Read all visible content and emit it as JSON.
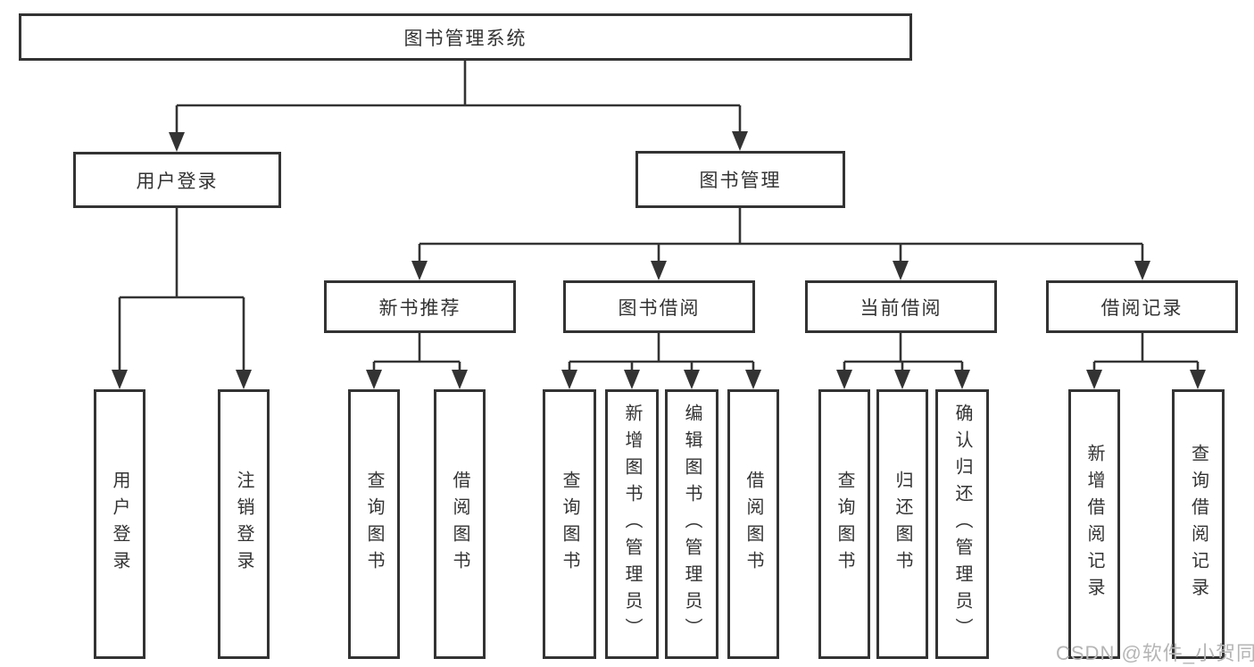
{
  "tree": {
    "label": "图书管理系统",
    "children": [
      {
        "label": "用户登录",
        "children": [
          {
            "label": "用户登录"
          },
          {
            "label": "注销登录"
          }
        ]
      },
      {
        "label": "图书管理",
        "children": [
          {
            "label": "新书推荐",
            "children": [
              {
                "label": "查询图书"
              },
              {
                "label": "借阅图书"
              }
            ]
          },
          {
            "label": "图书借阅",
            "children": [
              {
                "label": "查询图书"
              },
              {
                "label": "新增图书（管理员）"
              },
              {
                "label": "编辑图书（管理员）"
              },
              {
                "label": "借阅图书"
              }
            ]
          },
          {
            "label": "当前借阅",
            "children": [
              {
                "label": "查询图书"
              },
              {
                "label": "归还图书"
              },
              {
                "label": "确认归还（管理员）"
              }
            ]
          },
          {
            "label": "借阅记录",
            "children": [
              {
                "label": "新增借阅记录"
              },
              {
                "label": "查询借阅记录"
              }
            ]
          }
        ]
      }
    ]
  },
  "watermark": "CSDN @软件_小贺同学",
  "colors": {
    "line": "#333333",
    "text": "#333333",
    "box_background": "#ffffff",
    "watermark": "#b5b5b5"
  }
}
